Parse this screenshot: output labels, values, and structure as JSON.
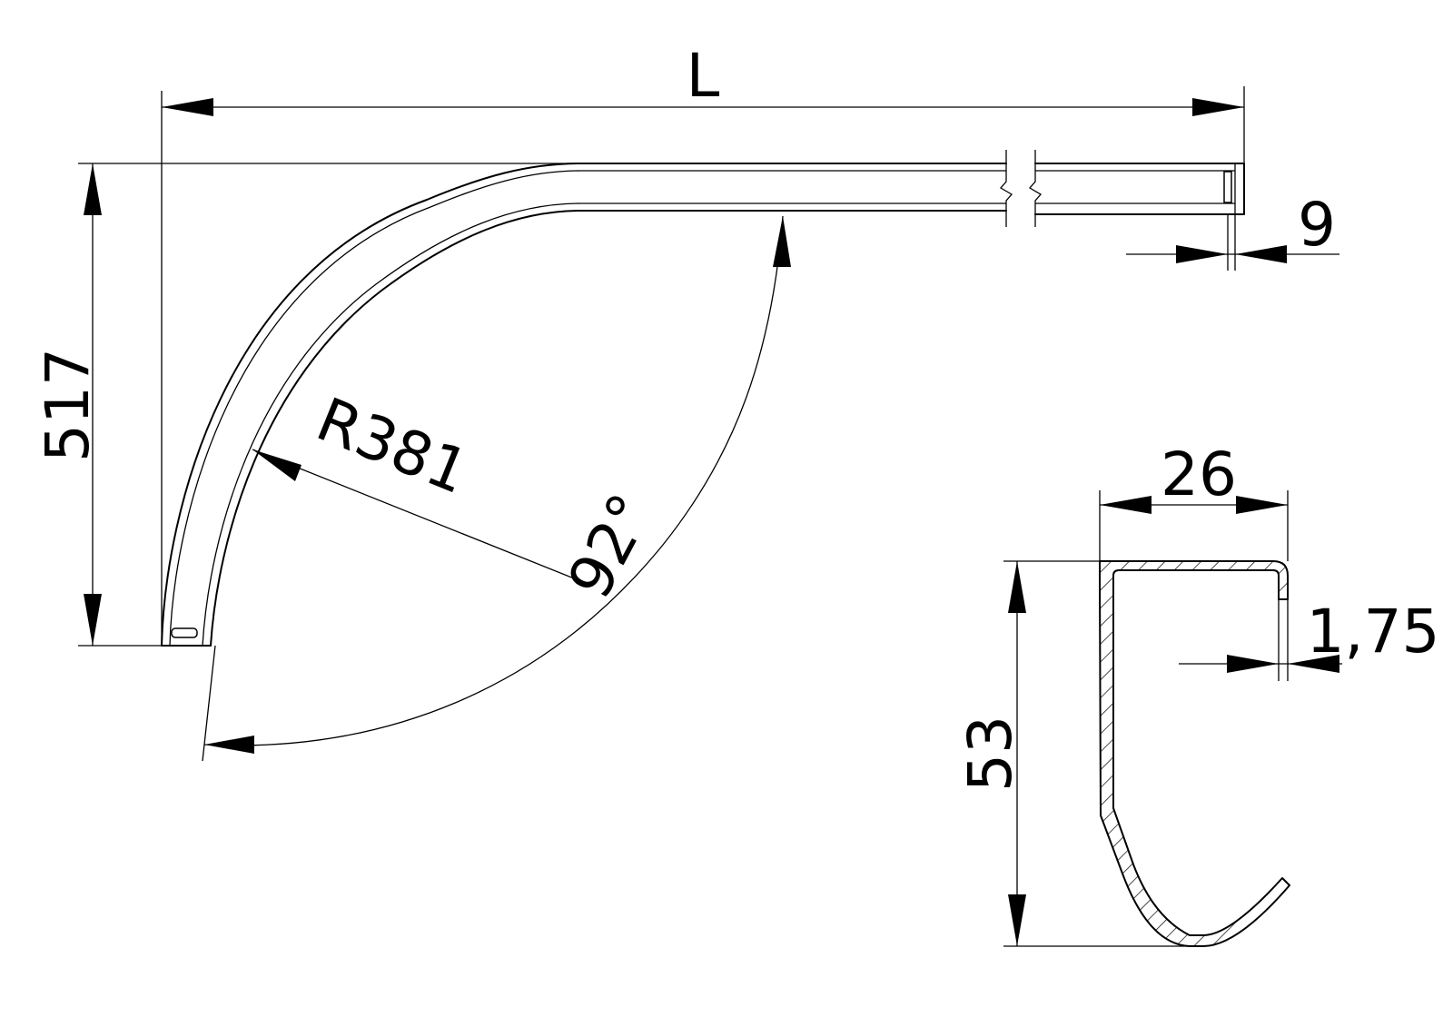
{
  "drawing": {
    "dim_length": "L",
    "dim_height": "517",
    "dim_radius": "R381",
    "dim_angle": "92°",
    "dim_thickness": "9",
    "dim_width": "26",
    "dim_profile_height": "53",
    "dim_wall": "1,75"
  }
}
